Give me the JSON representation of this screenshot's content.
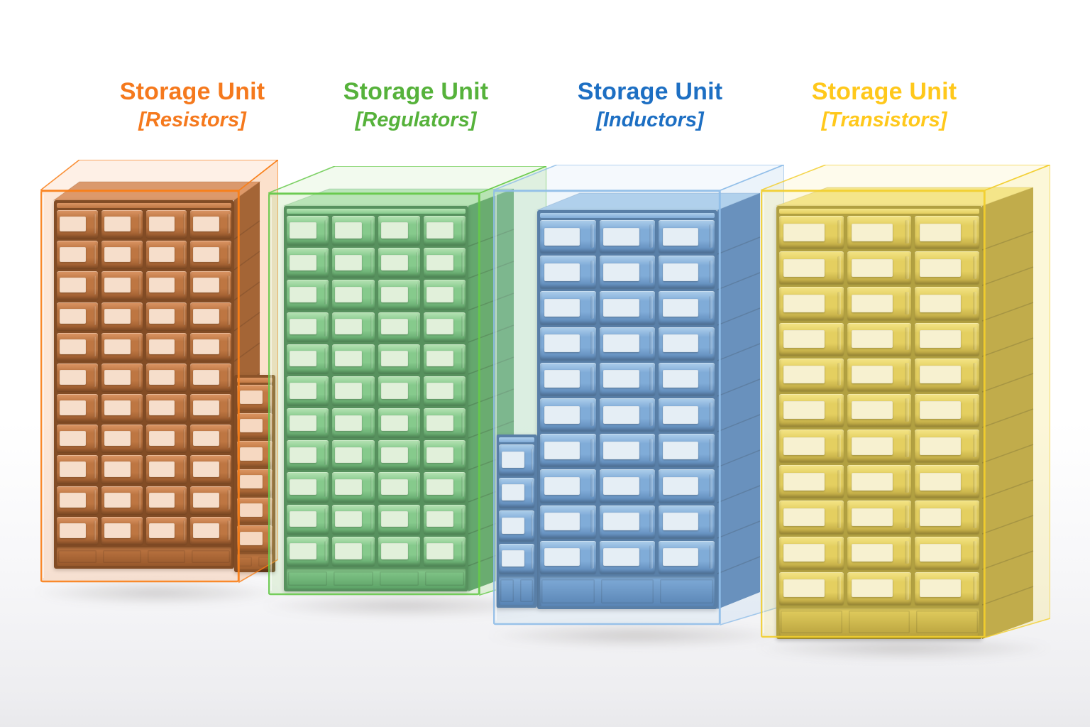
{
  "scene": {
    "background_top": "#FFFFFF",
    "background_floor": "#EDEDF0",
    "description": "Four translucent plastic multi-drawer component storage cabinets standing on a white floor"
  },
  "units": [
    {
      "id": "resistors",
      "title": "Storage Unit",
      "subtitle": "[Resistors]",
      "category": "Resistors",
      "colors": {
        "title": "#F5791D",
        "glass": "#F59C57",
        "edge": "#F97E16",
        "light": "#D39469",
        "mid": "#AC6B3C",
        "dark": "#7A441E",
        "cabbg": "#5E3416",
        "label": "#F6F3EF"
      },
      "drawers": {
        "columns": 4,
        "rows": 11,
        "step_rows": 6,
        "visible_total": 50
      }
    },
    {
      "id": "regulators",
      "title": "Storage Unit",
      "subtitle": "[Regulators]",
      "category": "Regulators",
      "colors": {
        "title": "#56B23B",
        "glass": "#A9DD8D",
        "edge": "#66C94A",
        "light": "#BCE6C1",
        "mid": "#7CC48C",
        "dark": "#47915C",
        "cabbg": "#3F7A50",
        "label": "#F4F6F2"
      },
      "drawers": {
        "columns": 4,
        "rows": 11,
        "step_rows": 0,
        "visible_total": 44
      }
    },
    {
      "id": "inductors",
      "title": "Storage Unit",
      "subtitle": "[Inductors]",
      "category": "Inductors",
      "colors": {
        "title": "#1D6FC3",
        "glass": "#BCD8F0",
        "edge": "#8FBDE8",
        "light": "#A9CBEA",
        "mid": "#6E9ED2",
        "dark": "#3B6BA3",
        "cabbg": "#3A6391",
        "label": "#F2F5F8"
      },
      "drawers": {
        "columns": 3,
        "rows": 10,
        "step_rows": 4,
        "visible_total": 34
      }
    },
    {
      "id": "transistors",
      "title": "Storage Unit",
      "subtitle": "[Transistors]",
      "category": "Transistors",
      "colors": {
        "title": "#FFC81B",
        "glass": "#F6E47E",
        "edge": "#F2CE2E",
        "light": "#F3E489",
        "mid": "#DEC857",
        "dark": "#A68E2B",
        "cabbg": "#9C8A2E",
        "label": "#F7F5EA"
      },
      "drawers": {
        "columns": 3,
        "rows": 11,
        "step_rows": 0,
        "visible_total": 33
      }
    }
  ]
}
